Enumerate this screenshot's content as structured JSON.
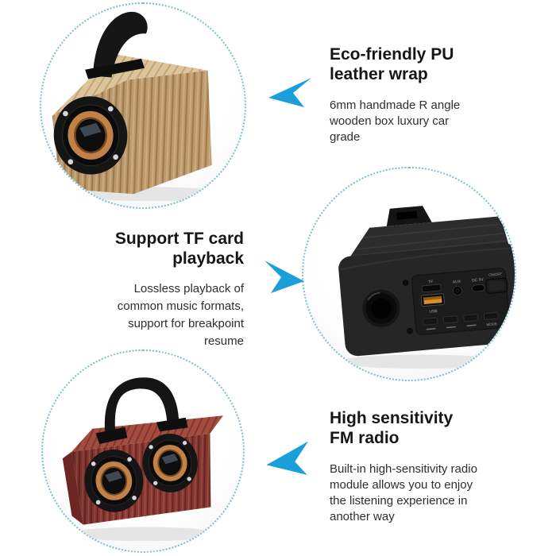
{
  "colors": {
    "arrow_color": "#1b9fdb",
    "circle_border_color": "#7fbdd3",
    "heading_color": "#161616",
    "body_color": "#2e2e2e",
    "background": "#ffffff",
    "usb_port_color": "#d8912c",
    "copper_ring_color": "#c28147"
  },
  "features": [
    {
      "heading": "Eco-friendly PU\nleather wrap",
      "body": "6mm handmade R angle\nwooden box luxury car\ngrade",
      "photo": "light-wood-speaker-front",
      "arrow": "left"
    },
    {
      "heading": "Support TF card\nplayback",
      "body": "Lossless playback of\ncommon music formats,\nsupport for breakpoint\nresume",
      "photo": "black-speaker-rear-panel",
      "arrow": "right"
    },
    {
      "heading": "High sensitivity\nFM radio",
      "body": "Built-in high-sensitivity radio\nmodule allows you to enjoy\nthe listening experience in\nanother way",
      "photo": "red-wood-speaker-front",
      "arrow": "left"
    }
  ],
  "rear_panel_labels": {
    "tf": "TF",
    "usb": "USB",
    "aux": "AUX",
    "dc": "DC 5V",
    "power": "ON/OFF",
    "mode": "MODE"
  }
}
